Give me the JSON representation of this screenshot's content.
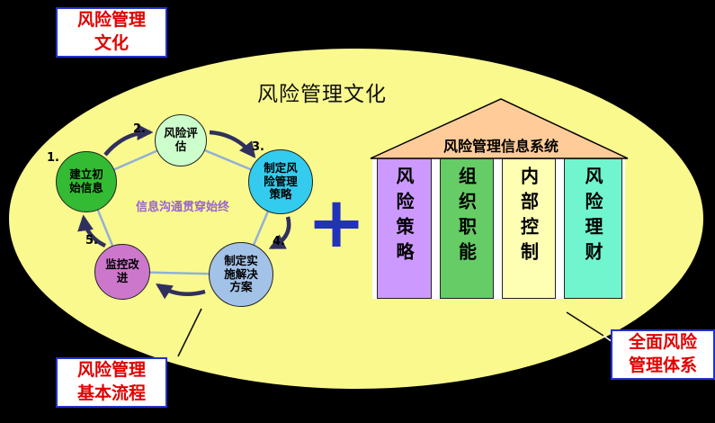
{
  "canvas": {
    "bg": "#000000",
    "ellipse_color": "#FAF98E",
    "ellipse_title": "风险管理文化"
  },
  "callouts": {
    "border_color": "#2233CC",
    "text_color": "#E00000",
    "top_left": {
      "lines": [
        "风险管理",
        "文化"
      ]
    },
    "bottom_left": {
      "lines": [
        "风险管理",
        "基本流程"
      ]
    },
    "bottom_right": {
      "lines": [
        "全面风险",
        "管理体系"
      ]
    }
  },
  "plus": {
    "symbol": "+",
    "color": "#2233BB"
  },
  "process": {
    "center_label": "信息沟通贯穿始终",
    "center_label_color": "#9966CC",
    "pentagon_color": "#92B1D6",
    "arrow_color": "#30305E",
    "steps": [
      {
        "num": "1.",
        "lines": [
          "建立初",
          "始信息"
        ],
        "color": "#33BB33"
      },
      {
        "num": "2.",
        "lines": [
          "风险评",
          "估"
        ],
        "color": "#CCFFCC"
      },
      {
        "num": "3.",
        "lines": [
          "制定风",
          "险管理",
          "策略"
        ],
        "color": "#33CCEE"
      },
      {
        "num": "4.",
        "lines": [
          "制定实",
          "施解决",
          "方案"
        ],
        "color": "#A3C2E8"
      },
      {
        "num": "5.",
        "lines": [
          "监控改",
          "进"
        ],
        "color": "#CC77CC"
      }
    ]
  },
  "house": {
    "roof_label": "风险管理信息系统",
    "roof_color": "#FFCC99",
    "body_color": "#FFFFFF",
    "pillars": [
      {
        "label": "风险策略",
        "color": "#CC99FF"
      },
      {
        "label": "组织职能",
        "color": "#66CC66"
      },
      {
        "label": "内部控制",
        "color": "#FFFFB3"
      },
      {
        "label": "风险理财",
        "color": "#70F5CE"
      }
    ]
  }
}
